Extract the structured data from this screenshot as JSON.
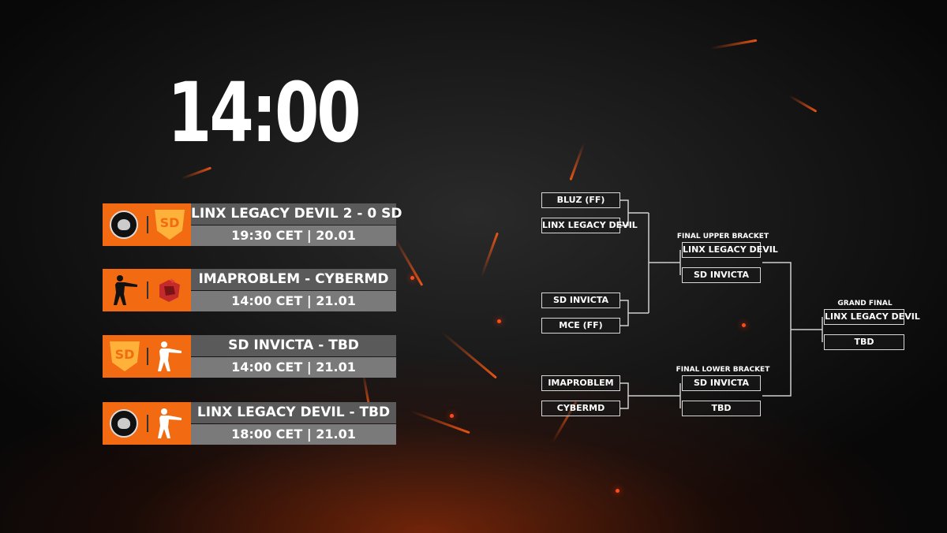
{
  "main_time": "14:00",
  "matches": [
    {
      "teams": "LINX LEGACY DEVIL 2 - 0 SD",
      "schedule": "19:30 CET | 20.01",
      "logo1": "linx-legacy-logo",
      "logo2": "sd-invicta-logo"
    },
    {
      "teams": "IMAPROBLEM - CYBERMD",
      "schedule": "14:00 CET | 21.01",
      "logo1": "soldier-silhouette-logo",
      "logo2": "cybermd-logo"
    },
    {
      "teams": "SD INVICTA - TBD",
      "schedule": "14:00 CET | 21.01",
      "logo1": "sd-invicta-logo",
      "logo2": "soldier-silhouette-logo"
    },
    {
      "teams": "LINX LEGACY DEVIL - TBD",
      "schedule": "18:00 CET | 21.01",
      "logo1": "linx-legacy-logo",
      "logo2": "soldier-silhouette-logo"
    }
  ],
  "bracket": {
    "round1": [
      "BLUZ (FF)",
      "LINX LEGACY DEVIL",
      "SD INVICTA",
      "MCE (FF)",
      "IMAPROBLEM",
      "CYBERMD"
    ],
    "final_upper": {
      "label": "FINAL UPPER BRACKET",
      "teams": [
        "LINX LEGACY DEVIL",
        "SD INVICTA"
      ]
    },
    "final_lower": {
      "label": "FINAL LOWER BRACKET",
      "teams": [
        "SD INVICTA",
        "TBD"
      ]
    },
    "grand_final": {
      "label": "GRAND FINAL",
      "teams": [
        "LINX LEGACY DEVIL",
        "TBD"
      ]
    }
  },
  "colors": {
    "accent_orange": "#f26a12",
    "row_dark": "#5a5a5a",
    "row_light": "#7a7a7a"
  }
}
